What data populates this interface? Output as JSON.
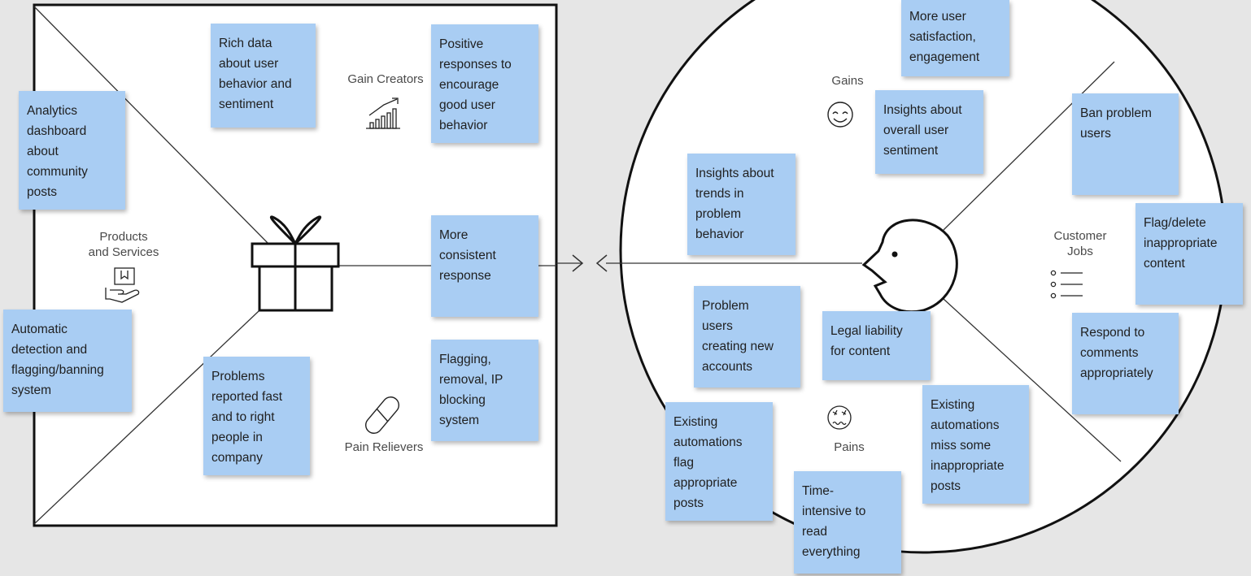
{
  "colors": {
    "background": "#e6e6e6",
    "sticky_note": "#a9cdf3",
    "canvas": "#ffffff",
    "stroke": "#111111",
    "label_text": "#4a4a4a"
  },
  "value_map": {
    "labels": {
      "gain_creators": "Gain Creators",
      "products_services": "Products\nand Services",
      "pain_relievers": "Pain Relievers"
    },
    "notes": {
      "rich_data": "Rich data\nabout user\nbehavior and\nsentiment",
      "positive_responses": "Positive\nresponses to\nencourage\ngood user\nbehavior",
      "analytics_dashboard": "Analytics\ndashboard\nabout\ncommunity\nposts",
      "more_consistent": "More\nconsistent\nresponse",
      "automatic_detection": "Automatic\ndetection and\nflagging/banning\nsystem",
      "problems_reported": "Problems\nreported fast\nand to right\npeople in\ncompany",
      "flagging_removal": "Flagging,\nremoval, IP\nblocking\nsystem"
    }
  },
  "customer_profile": {
    "labels": {
      "gains": "Gains",
      "customer_jobs": "Customer\nJobs",
      "pains": "Pains"
    },
    "notes": {
      "more_satisfaction": "More user\nsatisfaction,\nengagement",
      "insights_sentiment": "Insights about\noverall user\nsentiment",
      "ban_problem": "Ban problem\nusers",
      "insights_trends": "Insights about\ntrends in\nproblem\nbehavior",
      "flag_delete": "Flag/delete\ninappropriate\ncontent",
      "problem_users": "Problem\nusers\ncreating new\naccounts",
      "legal_liability": "Legal liability\nfor content",
      "respond_comments": "Respond to\ncomments\nappropriately",
      "existing_flag": "Existing\nautomations\nflag\nappropriate\nposts",
      "existing_miss": "Existing\nautomations\nmiss some\ninappropriate\nposts",
      "time_intensive": "Time-\nintensive to\nread\neverything"
    }
  }
}
